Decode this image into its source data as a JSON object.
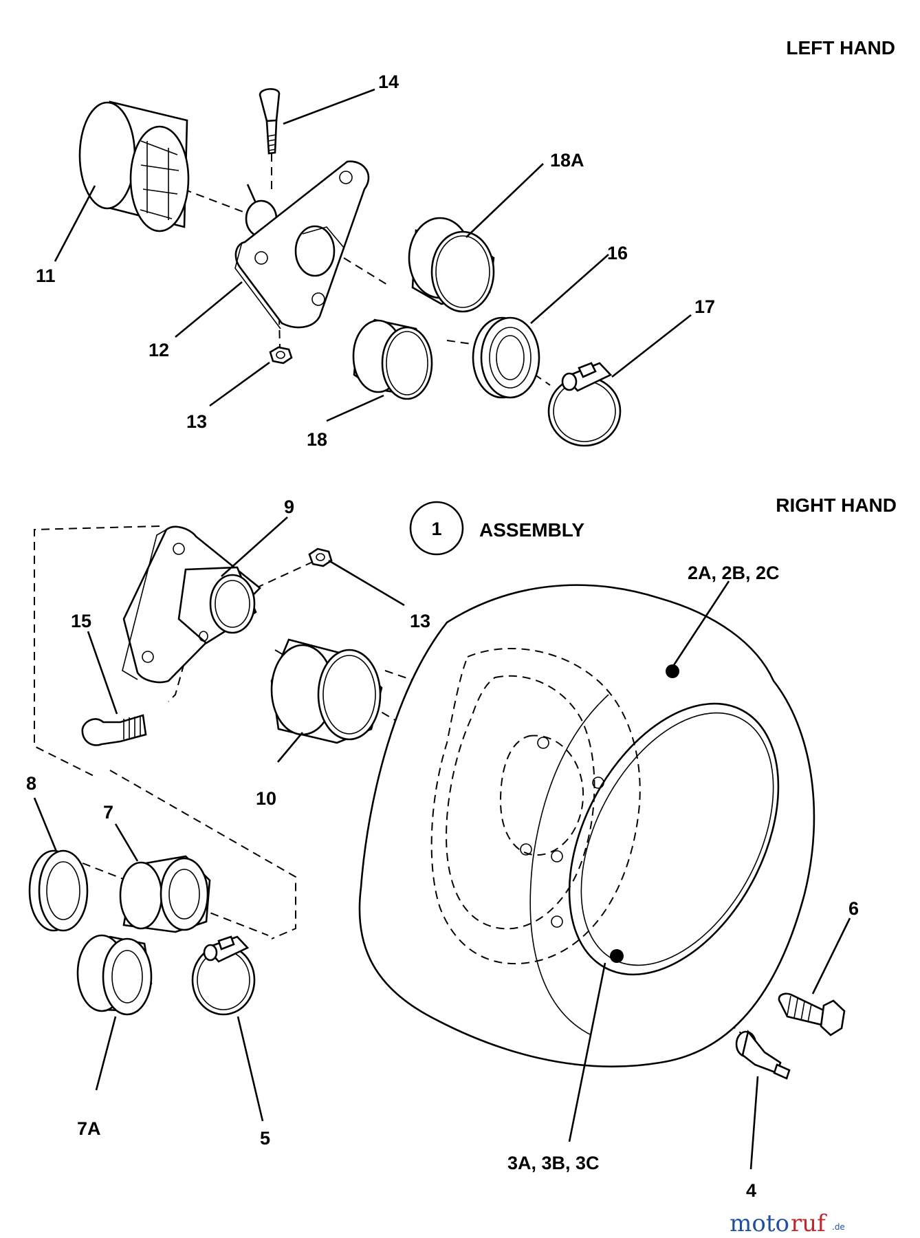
{
  "headers": {
    "left_hand": "LEFT HAND",
    "right_hand": "RIGHT HAND",
    "assembly_number": "1",
    "assembly_label": "ASSEMBLY"
  },
  "callouts": {
    "p14": "14",
    "p18a": "18A",
    "p16": "16",
    "p17": "17",
    "p11": "11",
    "p12": "12",
    "p13_top": "13",
    "p18": "18",
    "p9": "9",
    "p13_bottom": "13",
    "p15": "15",
    "p10": "10",
    "p2": "2A, 2B, 2C",
    "p8": "8",
    "p7": "7",
    "p6": "6",
    "p7a": "7A",
    "p5": "5",
    "p3": "3A, 3B, 3C",
    "p4": "4"
  },
  "watermark": {
    "part_a": "moto",
    "part_b": "ruf",
    "suffix": ".de"
  }
}
